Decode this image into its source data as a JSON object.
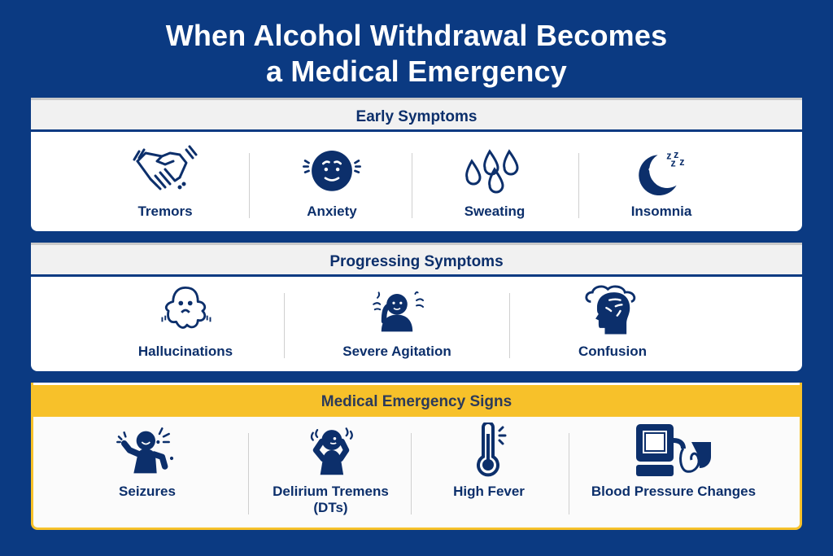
{
  "title": {
    "line1": "When Alcohol Withdrawal Becomes",
    "line2": "a Medical Emergency"
  },
  "colors": {
    "background": "#0b3a82",
    "primary_text": "#0c2f6b",
    "emergency_accent": "#f7c12a",
    "panel": "#ffffff"
  },
  "sections": [
    {
      "heading": "Early Symptoms",
      "items": [
        {
          "label": "Tremors",
          "icon": "shaking-hands-icon"
        },
        {
          "label": "Anxiety",
          "icon": "anxious-face-icon"
        },
        {
          "label": "Sweating",
          "icon": "sweat-drops-icon"
        },
        {
          "label": "Insomnia",
          "icon": "moon-zzz-icon"
        }
      ]
    },
    {
      "heading": "Progressing Symptoms",
      "items": [
        {
          "label": "Hallucinations",
          "icon": "ghost-icon"
        },
        {
          "label": "Severe Agitation",
          "icon": "agitated-person-icon"
        },
        {
          "label": "Confusion",
          "icon": "clouded-head-icon"
        }
      ]
    },
    {
      "heading": "Medical Emergency Signs",
      "items": [
        {
          "label": "Seizures",
          "icon": "seizure-person-icon"
        },
        {
          "label": "Delirium Tremens",
          "label2": "(DTs)",
          "icon": "delirium-person-icon"
        },
        {
          "label": "High Fever",
          "icon": "thermometer-icon"
        },
        {
          "label": "Blood Pressure Changes",
          "icon": "blood-pressure-monitor-icon"
        }
      ]
    }
  ]
}
